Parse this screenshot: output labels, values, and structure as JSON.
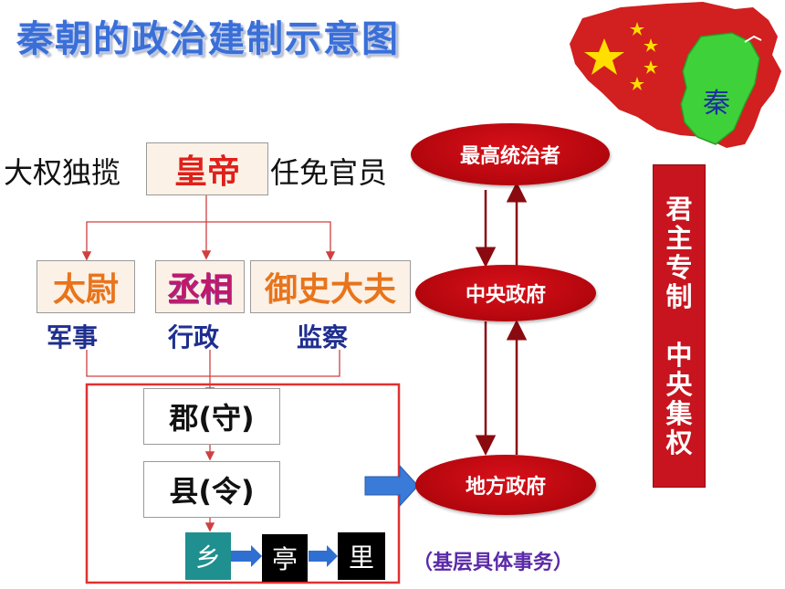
{
  "title": "秦朝的政治建制示意图",
  "emperor": {
    "left_text": "大权独揽",
    "box": "皇帝",
    "right_text": "任免官员"
  },
  "central_officials": [
    {
      "title": "太尉",
      "duty": "军事"
    },
    {
      "title": "丞相",
      "duty": "行政"
    },
    {
      "title": "御史大夫",
      "duty": "监察"
    }
  ],
  "local": {
    "commandery": "郡(守)",
    "county": "县(令)",
    "township": "乡",
    "pavilion": "亭",
    "village": "里"
  },
  "hierarchy": {
    "top": "最高统治者",
    "central": "中央政府",
    "local": "地方政府",
    "note": "（基层具体事务）"
  },
  "banner": {
    "part1": [
      "君",
      "主",
      "专",
      "制"
    ],
    "part2": [
      "中",
      "央",
      "集",
      "权"
    ]
  },
  "map": {
    "label": "秦"
  },
  "colors": {
    "title": "#3a6fd8",
    "emperor_text": "#e0201a",
    "official_text": "#e8741c",
    "chancellor_text": "#c2186b",
    "duty_text": "#1f2f8f",
    "ellipse": "#c0080f",
    "banner": "#c8141e",
    "connector": "#d04040",
    "map_red": "#d21f1f",
    "map_green": "#3fd13a",
    "note": "#5a2aa8"
  }
}
